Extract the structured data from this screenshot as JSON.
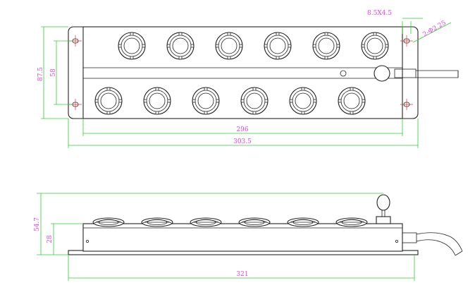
{
  "top_view": {
    "dims": {
      "slot": "8.5X4.5",
      "holes": "2-Φ2.25",
      "height_outer": "87.5",
      "height_inner": "58",
      "width_inner": "296",
      "width_outer": "303.5"
    },
    "top_row_count": 6,
    "bottom_row_count": 6
  },
  "side_view": {
    "dims": {
      "total_height": "54.7",
      "body_height": "28",
      "total_width": "321"
    },
    "disc_count": 6
  },
  "colors": {
    "dimension_text": "#e040e0",
    "dimension_line": "#2fd12f",
    "outline": "#222222",
    "center_mark": "#e03030"
  }
}
